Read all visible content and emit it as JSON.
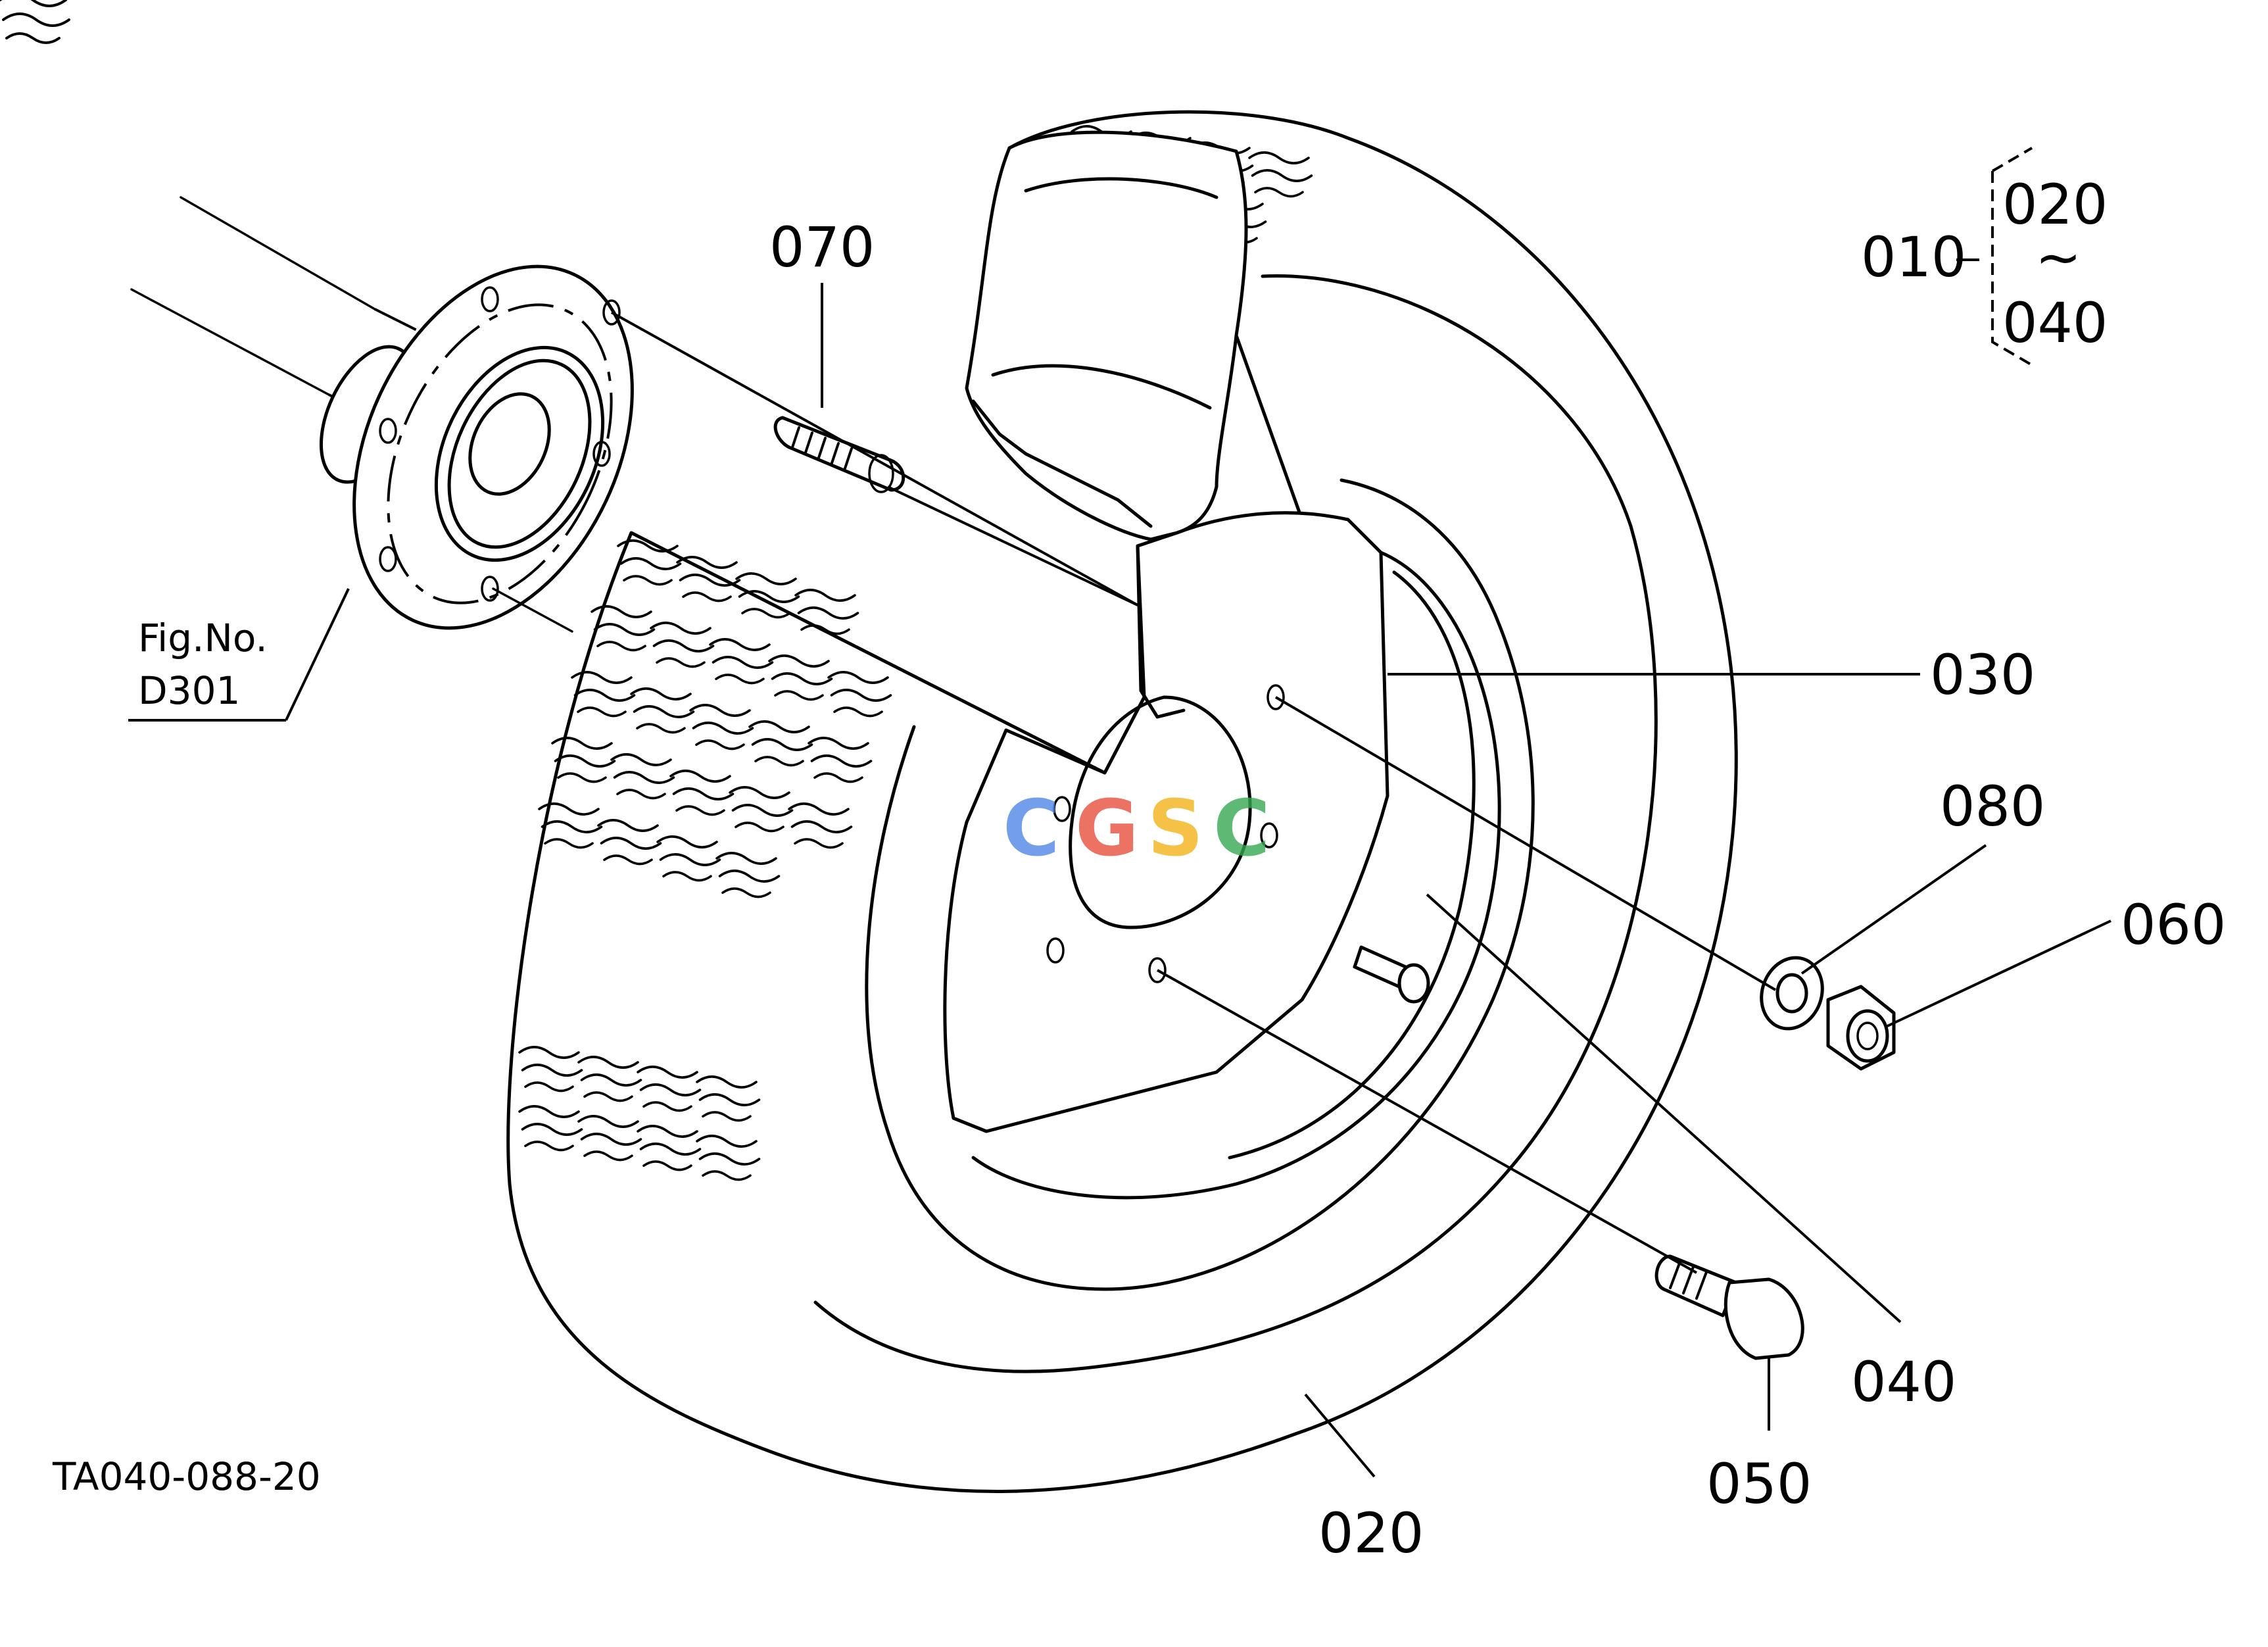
{
  "callouts": {
    "p010": "010",
    "p020_range": "020",
    "tilde": "~",
    "p040_range": "040",
    "p070": "070",
    "p030": "030",
    "p080": "080",
    "p060": "060",
    "p040": "040",
    "p050": "050",
    "p020": "020"
  },
  "figure_ref": {
    "line1": "Fig.No.",
    "line2": "D301"
  },
  "drawing_code": "TA040-088-20",
  "watermark": {
    "letters": [
      "C",
      "G",
      "S",
      "C"
    ],
    "colors": [
      "#4f86e8",
      "#e8503e",
      "#f3b21a",
      "#36a852"
    ]
  }
}
